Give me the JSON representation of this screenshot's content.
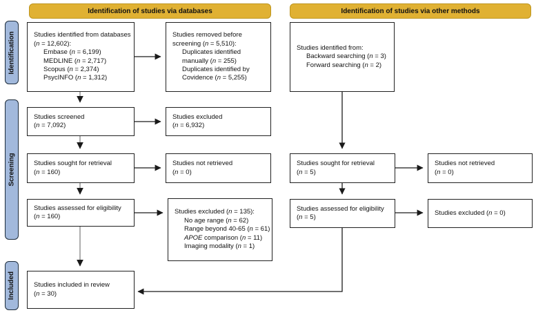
{
  "headers": {
    "databases": "Identification of studies via databases",
    "other_methods": "Identification of studies via other methods"
  },
  "sidebar": {
    "identification": "Identification",
    "screening": "Screening",
    "included": "Included"
  },
  "boxes": {
    "db_identified": {
      "lines": [
        "Studies identified from databases",
        "(n = 12,602):",
        "Embase (n = 6,199)",
        "MEDLINE (n = 2,717)",
        "Scopus (n = 2,374)",
        "PsycINFO (n = 1,312)"
      ]
    },
    "removed_before_screening": {
      "lines": [
        "Studies removed before",
        "screening (n = 5,510):",
        "Duplicates identified",
        "manually (n = 255)",
        "Duplicates identified by",
        "Covidence (n = 5,255)"
      ]
    },
    "screened": {
      "lines": [
        "Studies screened",
        "(n = 7,092)"
      ]
    },
    "excluded_screening": {
      "lines": [
        "Studies excluded",
        "(n = 6,932)"
      ]
    },
    "sought_db": {
      "lines": [
        "Studies sought for retrieval",
        "(n = 160)"
      ]
    },
    "not_retrieved_db": {
      "lines": [
        "Studies not retrieved",
        "(n = 0)"
      ]
    },
    "assessed_db": {
      "lines": [
        "Studies assessed for eligibility",
        "(n = 160)"
      ]
    },
    "excluded_eligibility": {
      "lines": [
        "Studies excluded (n = 135):",
        "No age range (n = 62)",
        "Range beyond 40-65 (n = 61)",
        "APOE comparison (n = 11)",
        "Imaging modality (n = 1)"
      ]
    },
    "included_review": {
      "lines": [
        "Studies included in review",
        "(n = 30)"
      ]
    },
    "other_identified": {
      "lines": [
        "Studies identified from:",
        "Backward searching (n = 3)",
        "Forward searching (n = 2)"
      ]
    },
    "sought_other": {
      "lines": [
        "Studies sought for retrieval",
        "(n = 5)"
      ]
    },
    "not_retrieved_other": {
      "lines": [
        "Studies not retrieved",
        "(n = 0)"
      ]
    },
    "assessed_other": {
      "lines": [
        "Studies assessed for eligibility",
        "(n = 5)"
      ]
    },
    "excluded_other": {
      "lines": [
        "Studies excluded (n = 0)"
      ]
    }
  },
  "colors": {
    "header_fill": "#E0B133",
    "header_border": "#BD951E",
    "stage_fill": "#A2B9DC",
    "stage_border": "#1C2B3A",
    "box_border": "#1F1F1F",
    "arrow_dark": "#1A1A1A",
    "arrow_gray": "#8C8C8C"
  }
}
